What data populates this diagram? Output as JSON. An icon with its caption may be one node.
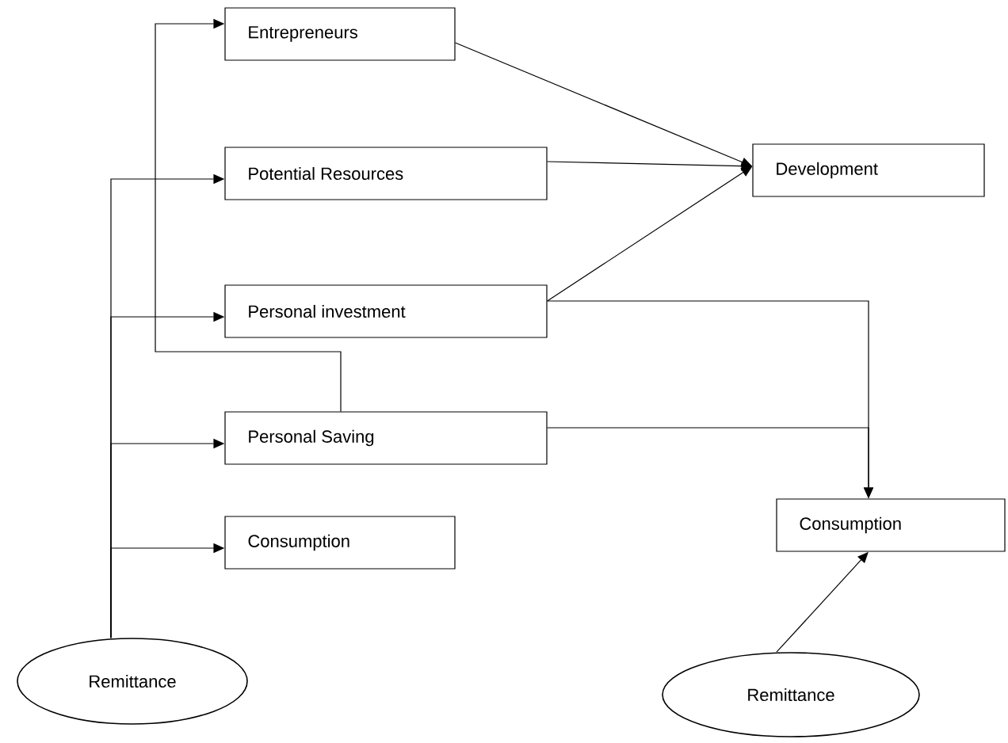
{
  "diagram": {
    "nodes": [
      {
        "text": [
          "Entrepreneurs"
        ]
      },
      {
        "text": [
          "Potential Resources"
        ]
      },
      {
        "text": [
          "Development"
        ]
      },
      {
        "text": [
          "Personal investment"
        ]
      },
      {
        "text": [
          "Personal Saving"
        ]
      },
      {
        "text": [
          "Consumption"
        ]
      },
      {
        "text": [
          "Consumption"
        ]
      },
      {
        "text": [
          "Remittance"
        ]
      },
      {
        "text": [
          "Remittance"
        ]
      }
    ],
    "edges": [
      {
        "from": 7,
        "to": 1,
        "arrow": "to"
      },
      {
        "from": 7,
        "to": 3,
        "arrow": "to"
      },
      {
        "from": 7,
        "to": 4,
        "arrow": "to"
      },
      {
        "from": 7,
        "to": 5,
        "arrow": "to"
      },
      {
        "from": 4,
        "to": 0,
        "arrow": "to"
      },
      {
        "from": 0,
        "to": 2,
        "arrow": "to"
      },
      {
        "from": 1,
        "to": 2,
        "arrow": "to"
      },
      {
        "from": 3,
        "to": 2,
        "arrow": "to"
      },
      {
        "from": 3,
        "to": 6,
        "arrow": "to"
      },
      {
        "from": 4,
        "to": 6,
        "arrow": "to"
      },
      {
        "from": 8,
        "to": 6,
        "arrow": "to"
      }
    ]
  }
}
